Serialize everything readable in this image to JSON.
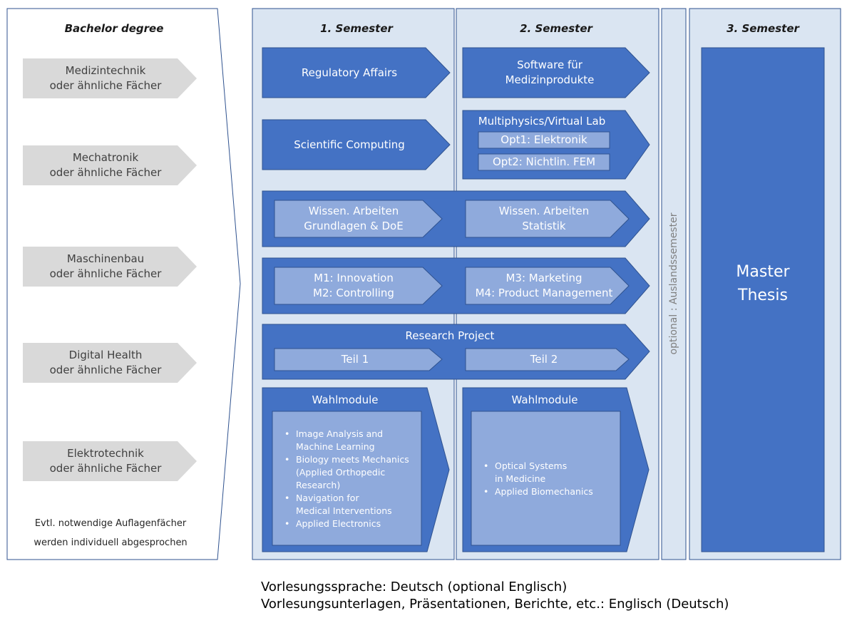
{
  "bachelor": {
    "header": "Bachelor degree",
    "items": [
      {
        "line1": "Medizintechnik",
        "line2": "oder ähnliche Fächer"
      },
      {
        "line1": "Mechatronik",
        "line2": "oder ähnliche Fächer"
      },
      {
        "line1": "Maschinenbau",
        "line2": "oder ähnliche Fächer"
      },
      {
        "line1": "Digital Health",
        "line2": "oder ähnliche Fächer"
      },
      {
        "line1": "Elektrotechnik",
        "line2": "oder ähnliche Fächer"
      }
    ],
    "note_line1": "Evtl. notwendige Auflagenfächer",
    "note_line2": "werden individuell abgesprochen"
  },
  "semesters": {
    "s1": "1. Semester",
    "s2": "2. Semester",
    "s3": "3. Semester",
    "optional": "optional : Auslandssemester"
  },
  "modules": {
    "regulatory": "Regulatory Affairs",
    "software_line1": "Software für",
    "software_line2": "Medizinprodukte",
    "scientific": "Scientific Computing",
    "multiphysics": {
      "title": "Multiphysics/Virtual Lab",
      "opt1": "Opt1:  Elektronik",
      "opt2": "Opt2:  Nichtlin. FEM"
    },
    "wiss1_line1": "Wissen. Arbeiten",
    "wiss1_line2": "Grundlagen & DoE",
    "wiss2_line1": "Wissen. Arbeiten",
    "wiss2_line2": "Statistik",
    "m1": "M1: Innovation",
    "m2": "M2: Controlling",
    "m3": "M3: Marketing",
    "m4": "M4: Product Management",
    "research": {
      "title": "Research Project",
      "part1": "Teil 1",
      "part2": "Teil 2"
    },
    "wahl1": {
      "title": "Wahlmodule",
      "items": [
        [
          "Image Analysis and",
          "Machine Learning"
        ],
        [
          "Biology meets Mechanics",
          "(Applied Orthopedic",
          "Research)"
        ],
        [
          "Navigation for",
          "Medical Interventions"
        ],
        [
          "Applied Electronics"
        ]
      ]
    },
    "wahl2": {
      "title": "Wahlmodule",
      "items": [
        [
          "Optical Systems",
          "in Medicine"
        ],
        [
          "Applied Biomechanics"
        ]
      ]
    },
    "master_line1": "Master",
    "master_line2": "Thesis"
  },
  "footer": {
    "line1": "Vorlesungssprache: Deutsch (optional Englisch)",
    "line2": "Vorlesungsunterlagen, Präsentationen, Berichte, etc.: Englisch (Deutsch)"
  },
  "colors": {
    "dark_blue": "#4472c4",
    "light_blue": "#8faadc",
    "panel_blue": "#dae5f2",
    "gray_arrow": "#d9d9d9"
  }
}
